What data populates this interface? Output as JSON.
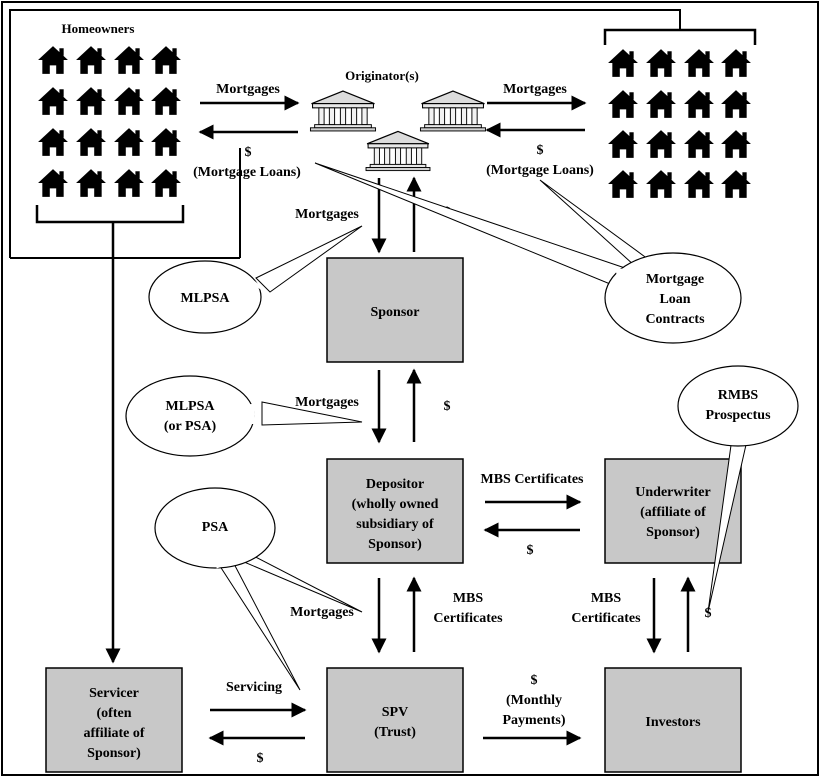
{
  "colors": {
    "box_fill": "#c8c8c8",
    "line": "#000000",
    "background": "#ffffff"
  },
  "homeowners": {
    "title": "Homeowners",
    "icon": "house-icon"
  },
  "originators": {
    "title": "Originator(s)",
    "icon": "bank-building-icon"
  },
  "boxes": {
    "sponsor": {
      "lines": [
        "Sponsor"
      ]
    },
    "depositor": {
      "lines": [
        "Depositor",
        "(wholly owned",
        "subsidiary of",
        "Sponsor)"
      ]
    },
    "underwriter": {
      "lines": [
        "Underwriter",
        "(affiliate of",
        "Sponsor)"
      ]
    },
    "servicer": {
      "lines": [
        "Servicer",
        "(often",
        "affiliate of",
        "Sponsor)"
      ]
    },
    "spv": {
      "lines": [
        "SPV",
        "(Trust)"
      ]
    },
    "investors": {
      "lines": [
        "Investors"
      ]
    }
  },
  "callouts": {
    "mlpsa_top": {
      "lines": [
        "MLPSA"
      ]
    },
    "contracts": {
      "lines": [
        "Mortgage",
        "Loan",
        "Contracts"
      ]
    },
    "mlpsa_mid": {
      "lines": [
        "MLPSA",
        "(or PSA)"
      ]
    },
    "psa": {
      "lines": [
        "PSA"
      ]
    },
    "rmbs": {
      "lines": [
        "RMBS",
        "Prospectus"
      ]
    }
  },
  "flows": {
    "mortgages_left": "Mortgages",
    "dollar_left": "$",
    "loans_left": "(Mortgage Loans)",
    "mortgages_right": "Mortgages",
    "dollar_right": "$",
    "loans_right": "(Mortgage Loans)",
    "mortgages_orig_sponsor": "Mortgages",
    "dollar_orig_sponsor": "$",
    "mortgages_sponsor_dep": "Mortgages",
    "dollar_sponsor_dep": "$",
    "mbs_dep_under": "MBS Certificates",
    "dollar_dep_under": "$",
    "mortgages_dep_spv": "Mortgages",
    "mbs_dep_spv": [
      "MBS",
      "Certificates"
    ],
    "mbs_under_inv": [
      "MBS",
      "Certificates"
    ],
    "dollar_under_inv": "$",
    "servicing": "Servicing",
    "dollar_servicer": "$",
    "monthly_payments": [
      "$",
      "(Monthly",
      "Payments)"
    ]
  }
}
